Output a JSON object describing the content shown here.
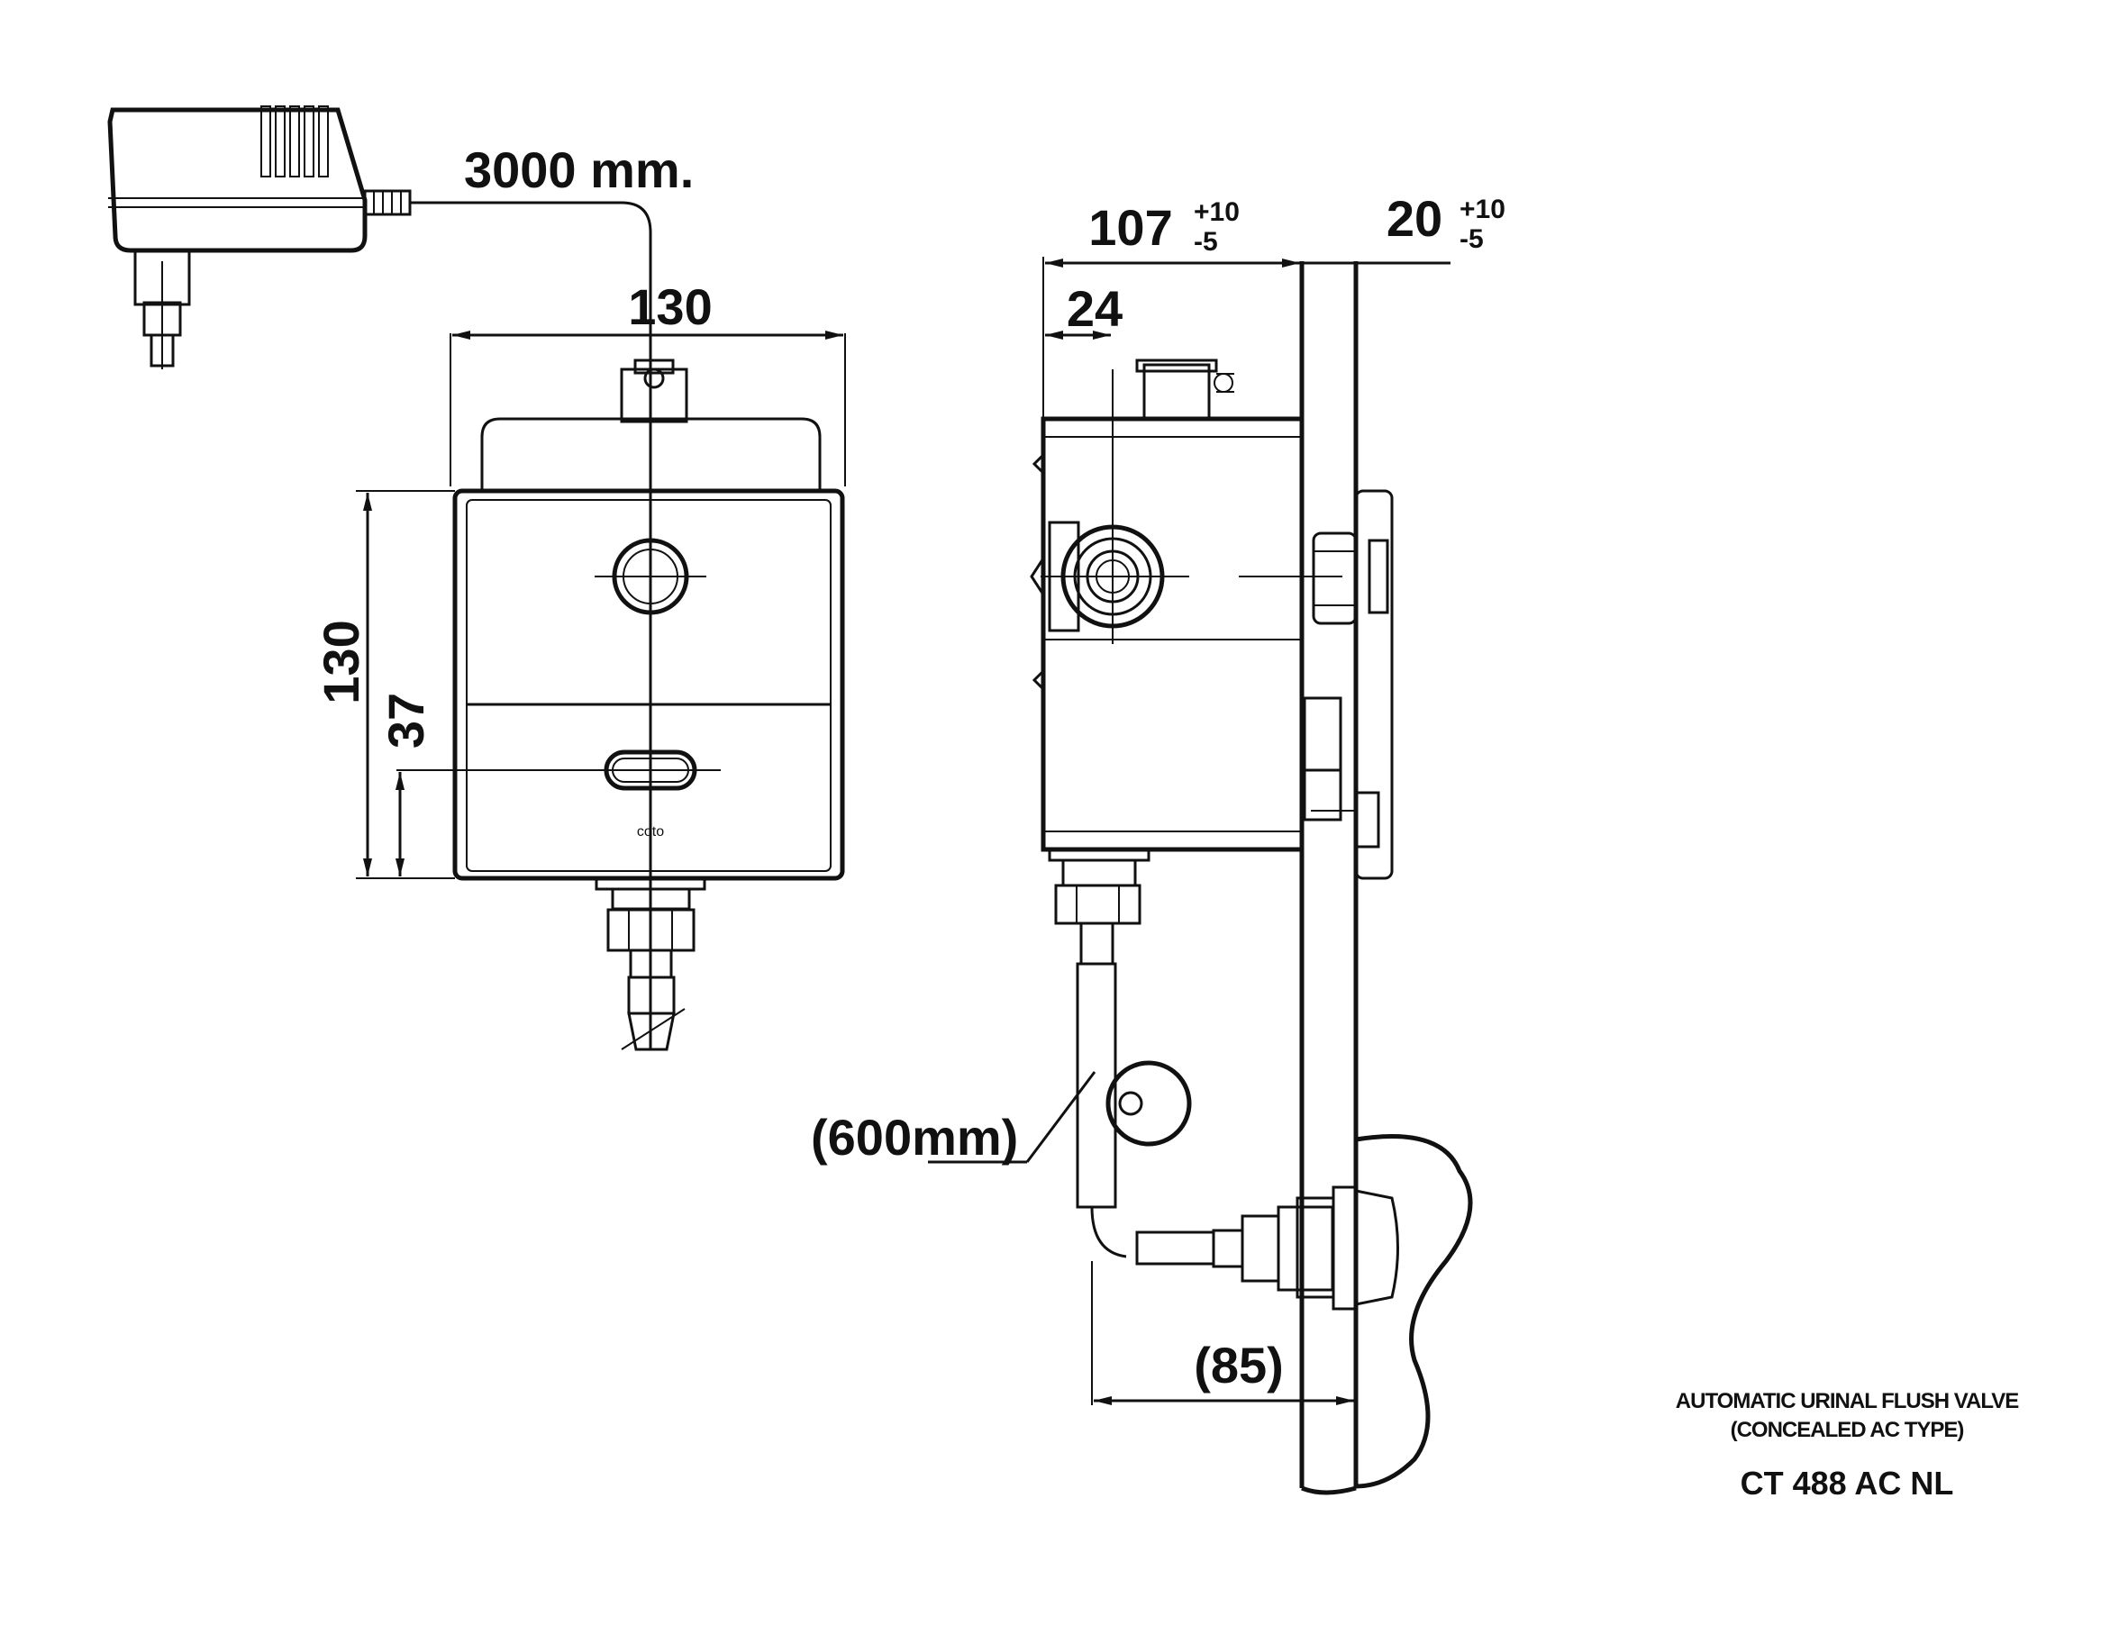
{
  "dimensions": {
    "cable_length": "3000 mm.",
    "front_width": "130",
    "front_height": "130",
    "sensor_height": "37",
    "side_depth": "107",
    "side_depth_tol_plus": "+10",
    "side_depth_tol_minus": "-5",
    "wall_plate": "20",
    "wall_plate_tol_plus": "+10",
    "wall_plate_tol_minus": "-5",
    "inlet_offset": "24",
    "hose_length": "(600mm)",
    "outlet_offset": "(85)"
  },
  "front_logo": "coto",
  "title": {
    "line1": "AUTOMATIC URINAL FLUSH VALVE",
    "line2": "(CONCEALED AC TYPE)",
    "model": "CT 488 AC NL"
  }
}
